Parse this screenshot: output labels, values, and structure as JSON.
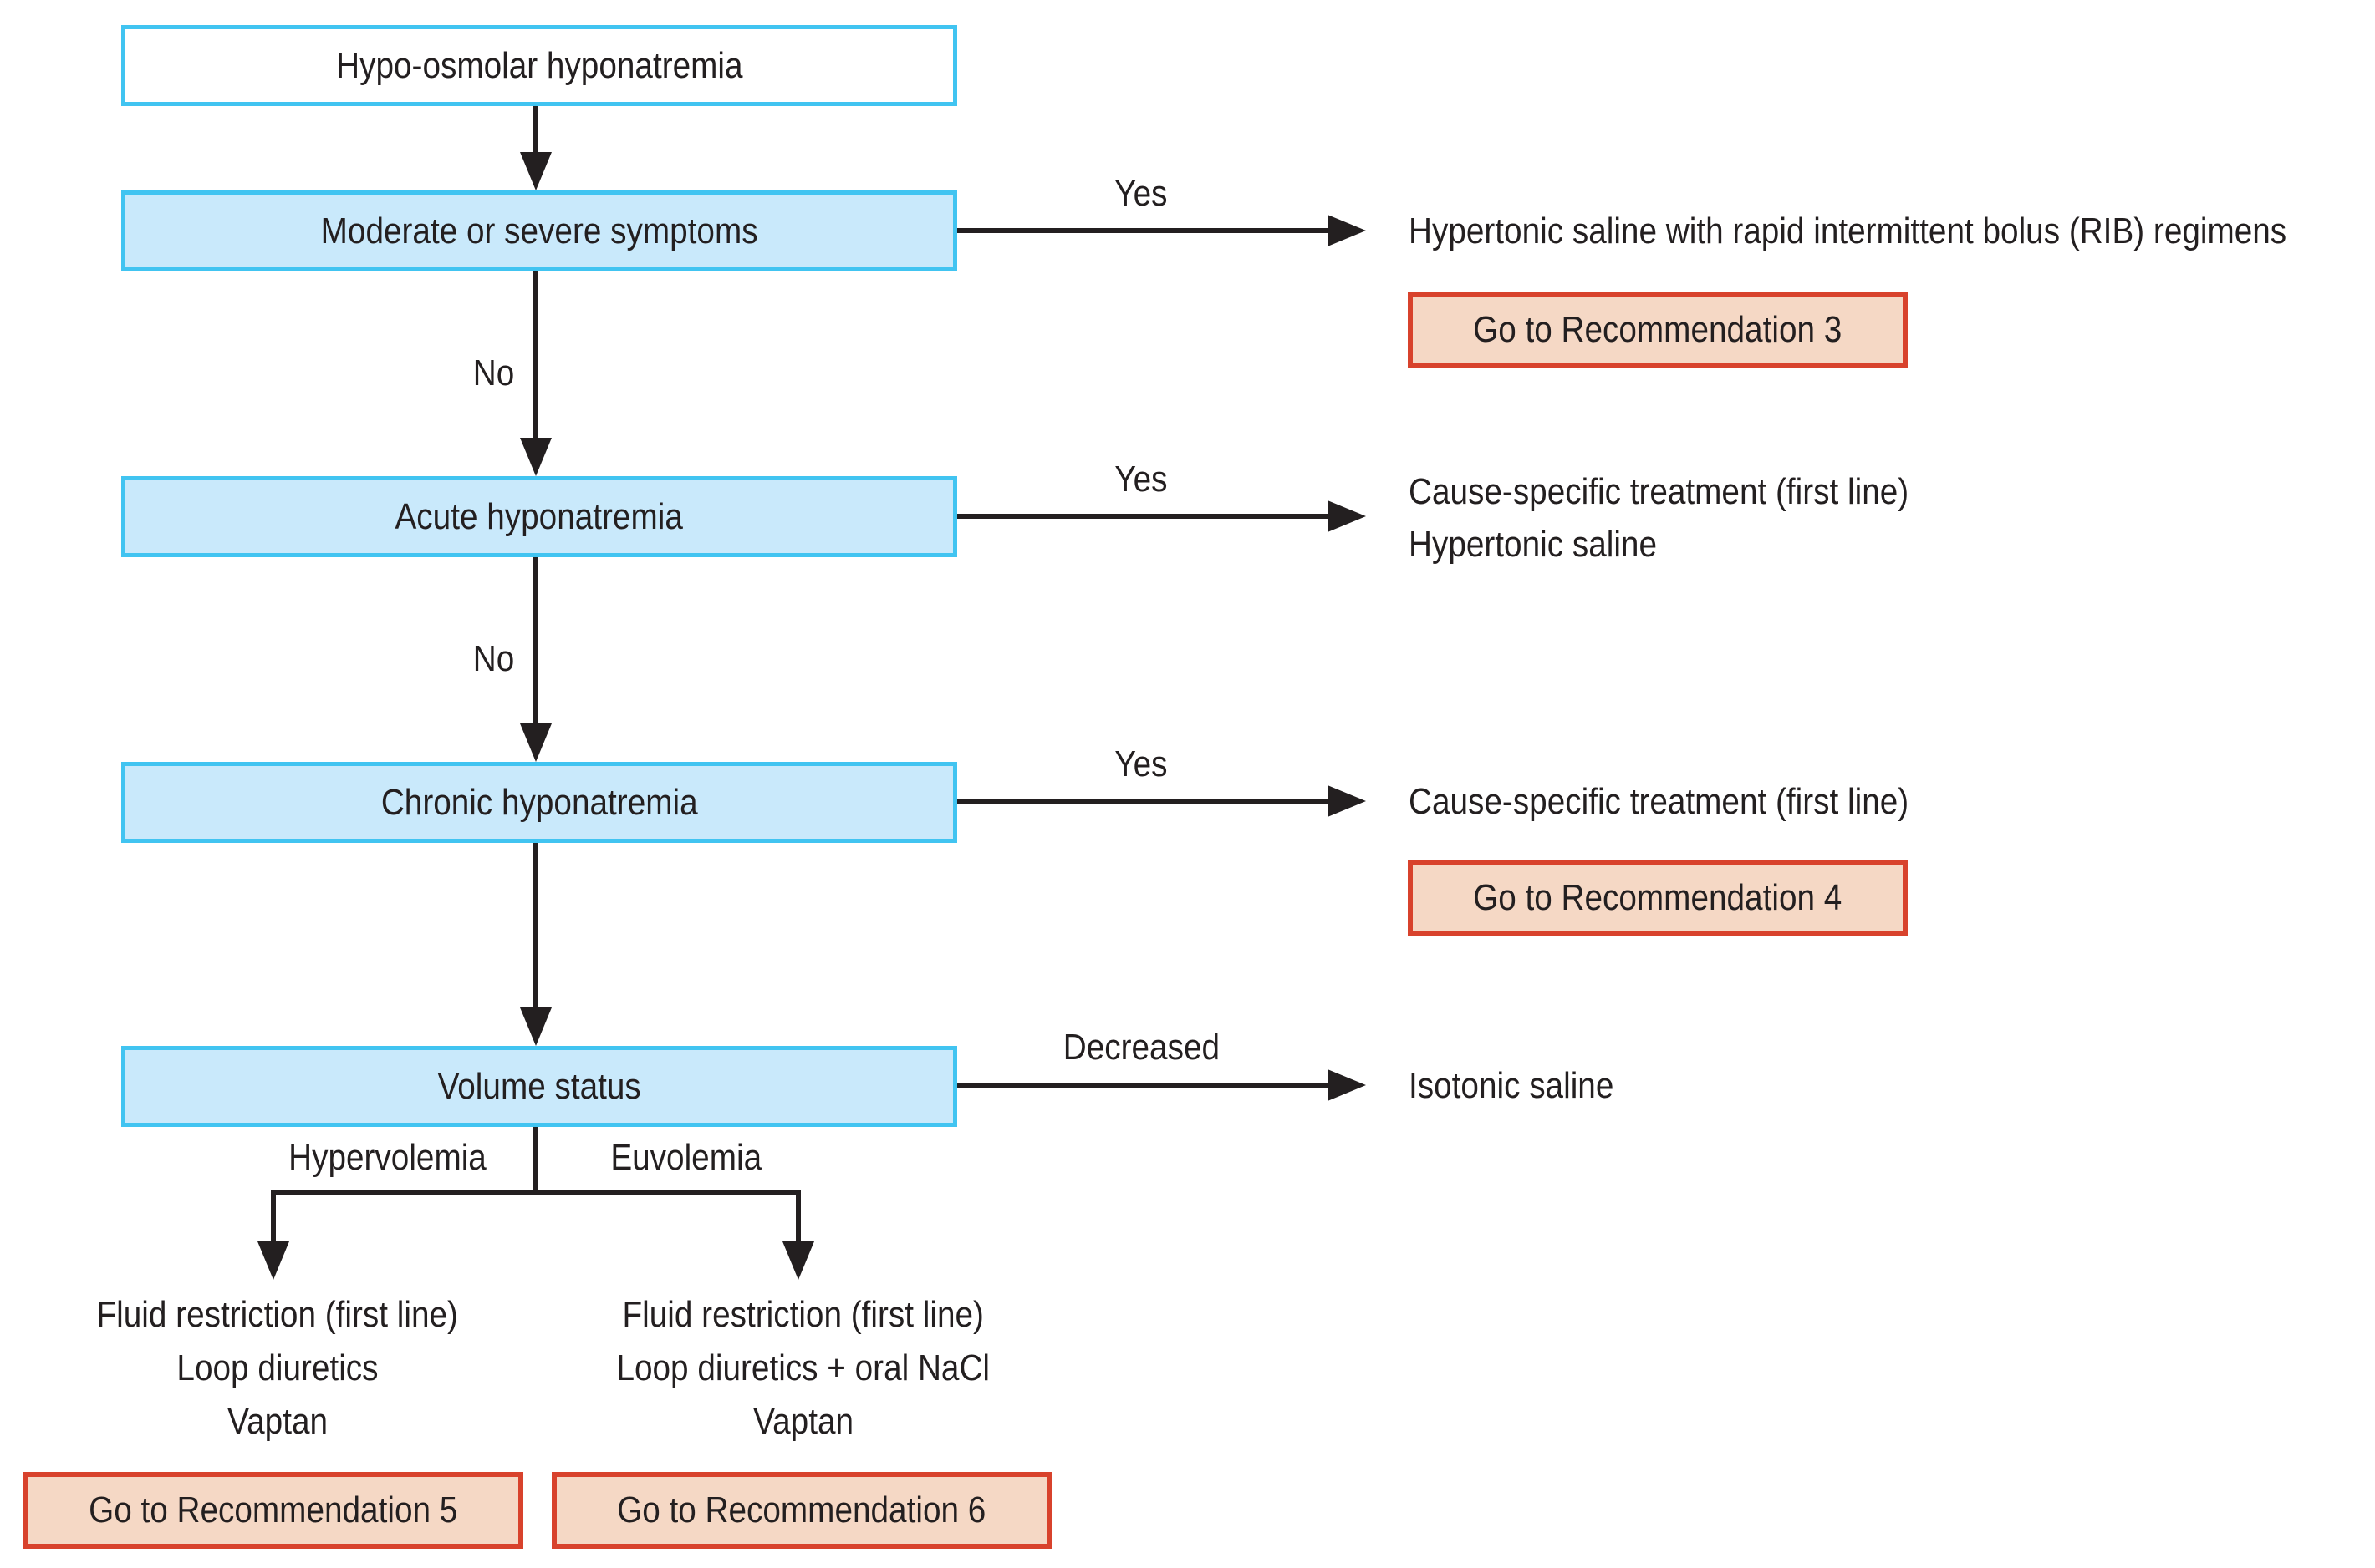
{
  "figure": {
    "type": "flowchart",
    "topic": "Hypo-osmolar hyponatremia treatment algorithm",
    "nodes": {
      "hypo_osmolar": "Hypo-osmolar hyponatremia",
      "moderate_severe": "Moderate or severe symptoms",
      "acute": "Acute hyponatremia",
      "chronic": "Chronic hyponatremia",
      "volume_status": "Volume status"
    },
    "branch_labels": {
      "moderate_severe_yes": "Yes",
      "moderate_severe_no": "No",
      "acute_yes": "Yes",
      "acute_no": "No",
      "chronic_yes": "Yes",
      "volume_decreased": "Decreased",
      "hypervolemia": "Hypervolemia",
      "euvolemia": "Euvolemia"
    },
    "outcomes": {
      "moderate_severe_yes": {
        "line1": "Hypertonic saline with rapid intermittent bolus (RIB) regimens",
        "recommendation": "Go to Recommendation 3"
      },
      "acute_yes": {
        "line1": "Cause-specific treatment (first line)",
        "line2": "Hypertonic saline"
      },
      "chronic_yes": {
        "line1": "Cause-specific treatment (first line)",
        "recommendation": "Go to Recommendation 4"
      },
      "volume_decreased": {
        "line1": "Isotonic saline"
      },
      "hypervolemia": {
        "line1": "Fluid restriction (first line)",
        "line2": "Loop diuretics",
        "line3": "Vaptan",
        "recommendation": "Go to Recommendation 5"
      },
      "euvolemia": {
        "line1": "Fluid restriction (first line)",
        "line2": "Loop diuretics + oral NaCl",
        "line3": "Vaptan",
        "recommendation": "Go to Recommendation 6"
      }
    },
    "colors": {
      "node_border": "#41C4F1",
      "node_fill": "#C9E9FB",
      "start_node_fill": "#FFFFFF",
      "recommendation_fill": "#F5D8C5",
      "recommendation_border": "#D8422C",
      "text": "#231F20",
      "arrow": "#231F20"
    }
  }
}
